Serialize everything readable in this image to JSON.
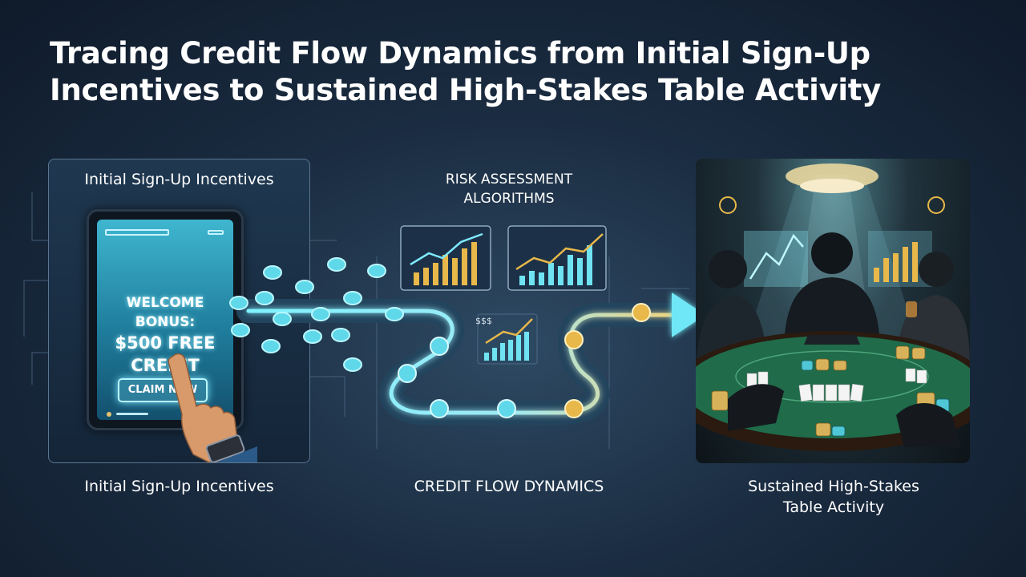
{
  "title": {
    "line1": "Tracing Credit Flow Dynamics from Initial Sign-Up",
    "line2": "Incentives to Sustained High-Stakes Table Activity"
  },
  "left_panel": {
    "heading": "Initial Sign-Up Incentives",
    "tablet": {
      "bonus_line1": "WELCOME BONUS:",
      "bonus_line2": "$500 FREE",
      "bonus_line3": "CREDIT",
      "button_label": "CLAIM NOW"
    }
  },
  "middle": {
    "label_line1": "RISK ASSESSMENT",
    "label_line2": "ALGORITHMS",
    "small_chart_label": "$$$"
  },
  "captions": {
    "left": "Initial Sign-Up Incentives",
    "middle": "CREDIT FLOW DYNAMICS",
    "right_line1": "Sustained High-Stakes",
    "right_line2": "Table Activity"
  },
  "colors": {
    "accent_cyan": "#5fe3f2",
    "accent_gold": "#e8b84a",
    "felt_green": "#1f6b4a",
    "background": "#1b2d42"
  }
}
